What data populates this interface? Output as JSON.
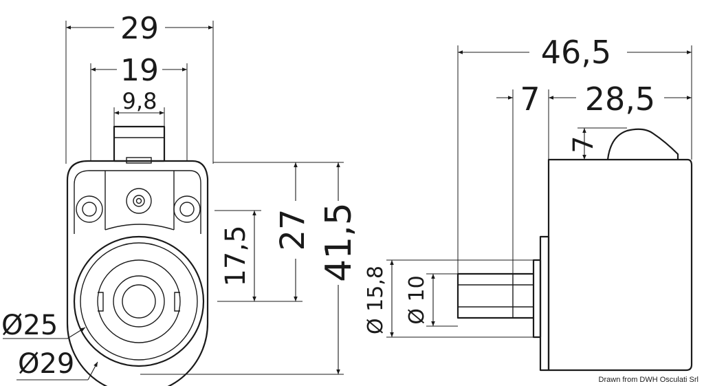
{
  "drawing": {
    "dimensions": {
      "width_29": "29",
      "width_19": "19",
      "width_9_8": "9,8",
      "height_17_5": "17,5",
      "height_27": "27",
      "height_41_5": "41,5",
      "diameter_25": "Ø25",
      "diameter_29": "Ø29",
      "length_46_5": "46,5",
      "length_7": "7",
      "length_28_5": "28,5",
      "cap_7": "7",
      "diameter_15_8": "Ø 15,8",
      "diameter_10": "Ø 10"
    },
    "credit": "Drawn from DWH Osculati Srl"
  }
}
